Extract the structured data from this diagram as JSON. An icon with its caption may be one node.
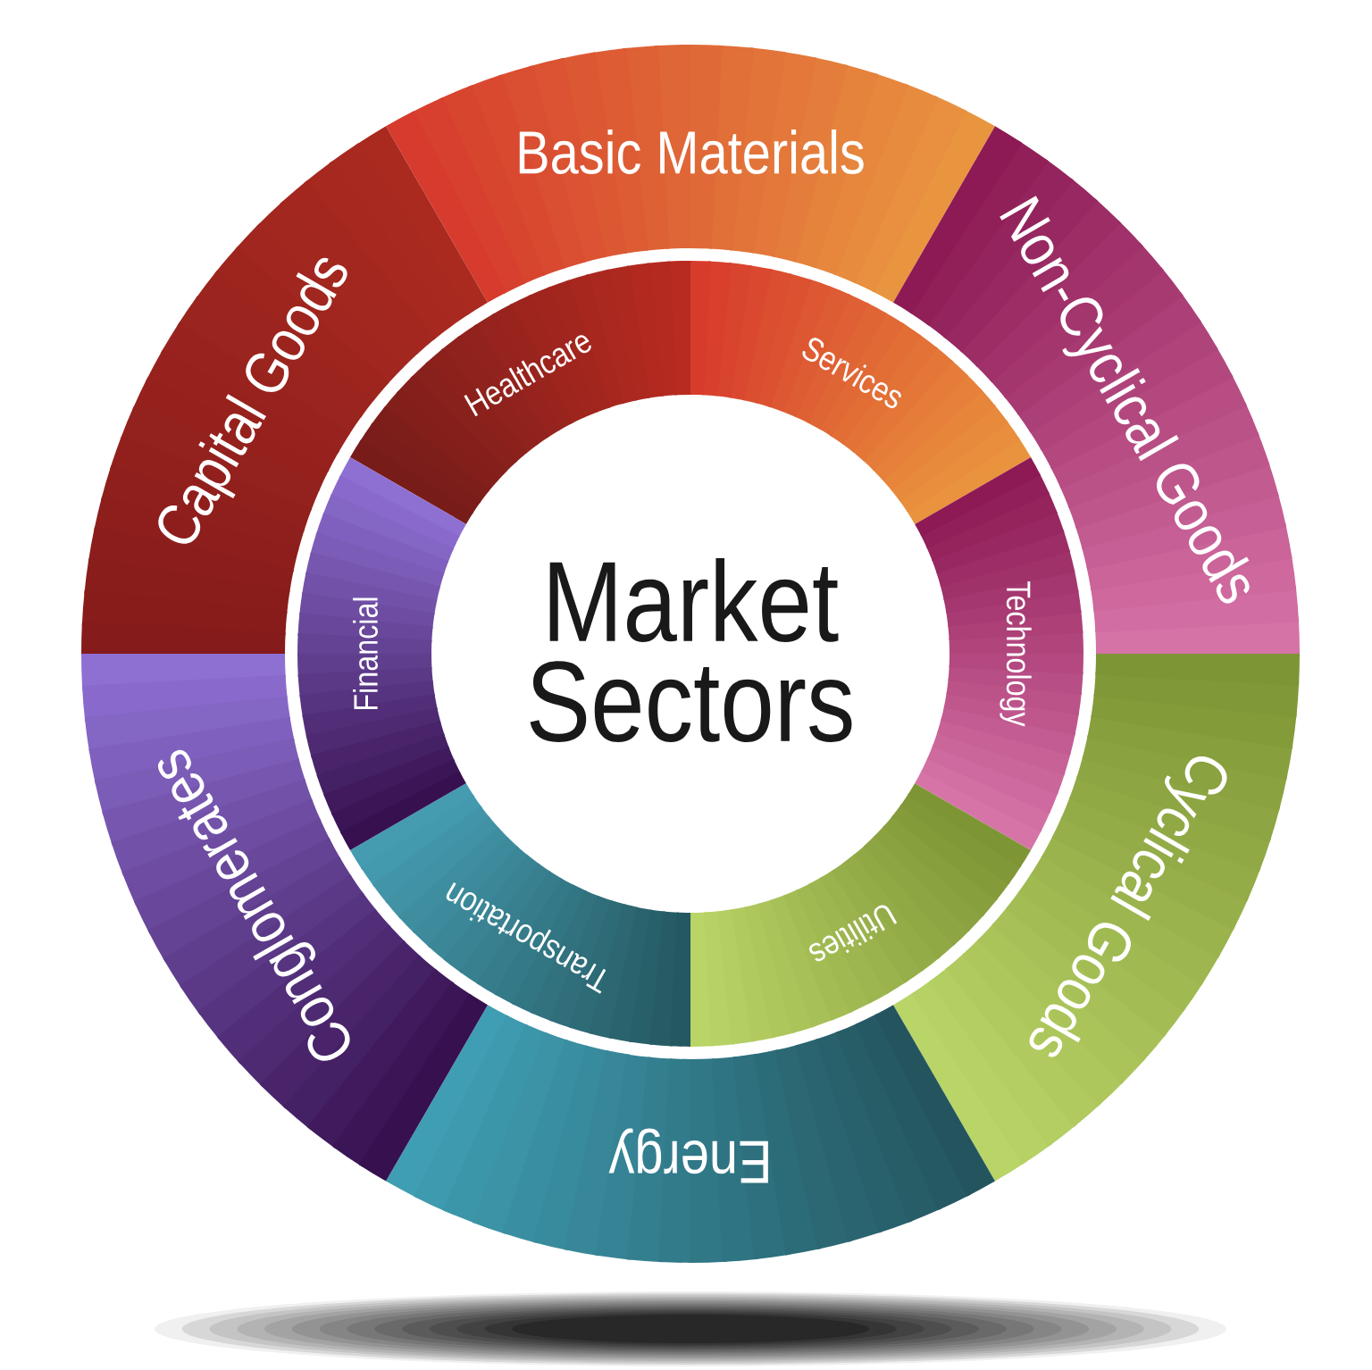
{
  "diagram": {
    "nodes": [
      {
        "text": [
          "Market Sectors"
        ]
      },
      {
        "text": [
          "Basic Materials"
        ]
      },
      {
        "text": [
          "Non-Cyclical Goods"
        ]
      },
      {
        "text": [
          "Cyclical Goods"
        ]
      },
      {
        "text": [
          "Energy"
        ]
      },
      {
        "text": [
          "Conglomerates"
        ]
      },
      {
        "text": [
          "Capital Goods"
        ]
      },
      {
        "text": [
          "Healthcare"
        ]
      },
      {
        "text": [
          "Services"
        ]
      },
      {
        "text": [
          "Technology"
        ]
      },
      {
        "text": [
          "Utilities"
        ]
      },
      {
        "text": [
          "Transportation"
        ]
      },
      {
        "text": [
          "Financial"
        ]
      }
    ]
  }
}
